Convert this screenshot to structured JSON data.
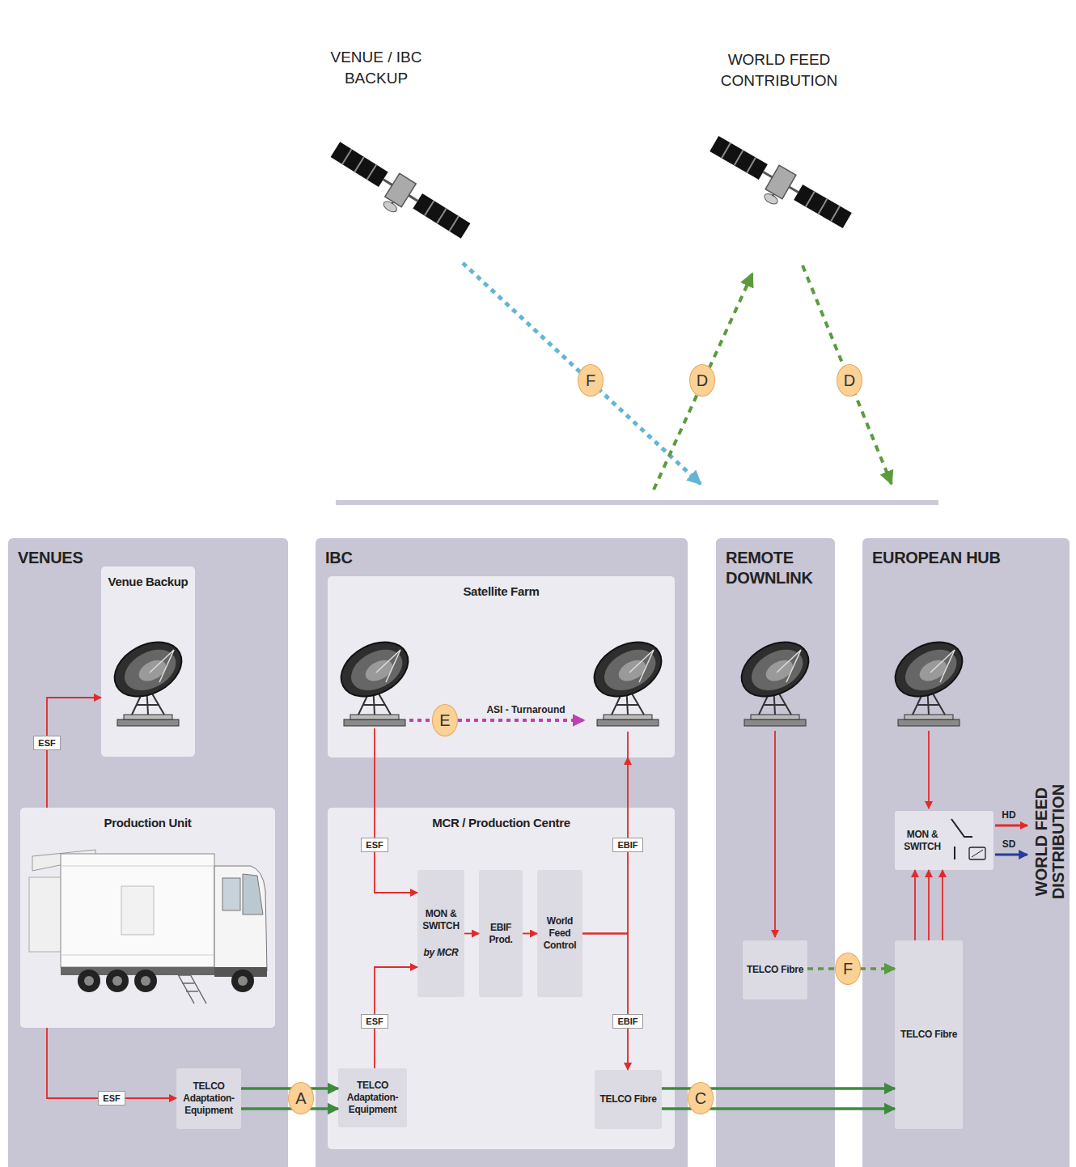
{
  "diagram": {
    "nodes": [
      {
        "text": [
          "VENUES"
        ]
      },
      {
        "text": [
          "Venue Backup"
        ],
        "in": 0
      },
      {
        "text": [
          "Production Unit"
        ],
        "in": 0
      },
      {
        "text": [
          "TELCO Adaptation- Equipment"
        ],
        "in": 0
      },
      {
        "text": [
          "IBC"
        ]
      },
      {
        "text": [
          "Satellite Farm"
        ],
        "in": 4
      },
      {
        "text": [
          "MCR / Production Centre"
        ],
        "in": 4
      },
      {
        "text": [
          "MON & SWITCH",
          "by MCR"
        ],
        "in": 6
      },
      {
        "text": [
          "EBIF Prod."
        ],
        "in": 6
      },
      {
        "text": [
          "World Feed Control"
        ],
        "in": 6
      },
      {
        "text": [
          "TELCO Adaptation- Equipment"
        ],
        "in": 4
      },
      {
        "text": [
          "TELCO Fibre"
        ],
        "in": 4
      },
      {
        "text": [
          "REMOTE DOWNLINK"
        ]
      },
      {
        "text": [
          "TELCO Fibre"
        ],
        "in": 12
      },
      {
        "text": [
          "EUROPEAN HUB"
        ]
      },
      {
        "text": [
          "MON & SWITCH"
        ],
        "in": 14
      },
      {
        "text": [
          "TELCO Fibre"
        ],
        "in": 14
      }
    ],
    "edges": [
      {
        "from": 2,
        "to": 1,
        "arrow": "to",
        "label": "ESF"
      },
      {
        "from": 2,
        "to": 3,
        "arrow": "to",
        "label": "ESF"
      },
      {
        "from": 3,
        "to": 10,
        "arrow": "to",
        "label": "A"
      },
      {
        "from": 10,
        "to": 7,
        "arrow": "to",
        "label": "ESF"
      },
      {
        "from": 5,
        "to": 7,
        "arrow": "to",
        "label": "ESF"
      },
      {
        "from": 7,
        "to": 8,
        "arrow": "to"
      },
      {
        "from": 8,
        "to": 9,
        "arrow": "to"
      },
      {
        "from": 9,
        "to": 5,
        "arrow": "to",
        "label": "EBIF"
      },
      {
        "from": 9,
        "to": 11,
        "arrow": "to",
        "label": "EBIF"
      },
      {
        "from": 11,
        "to": 16,
        "arrow": "to",
        "label": "C"
      },
      {
        "from": 13,
        "to": 16,
        "arrow": "to",
        "label": "F"
      },
      {
        "from": 16,
        "to": 15,
        "arrow": "to"
      }
    ],
    "labels": [
      "VENUE / IBC BACKUP",
      "WORLD FEED CONTRIBUTION",
      "F",
      "D",
      "D",
      "E",
      "ASI - Turnaround",
      "HD",
      "SD",
      "WORLD FEED DISTRIBUTION"
    ]
  }
}
